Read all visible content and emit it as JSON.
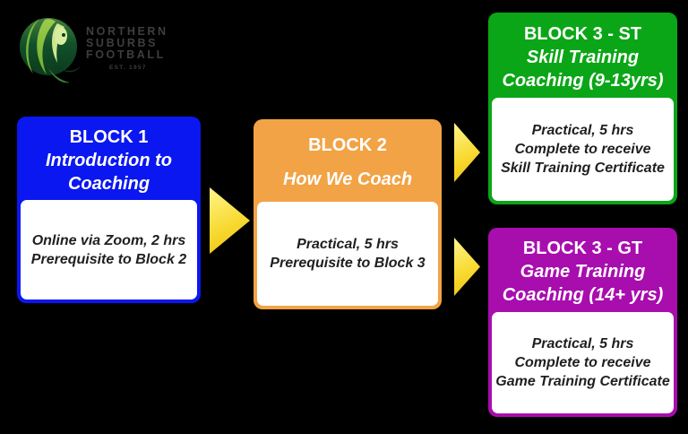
{
  "logo": {
    "org_lines": [
      "NORTHERN",
      "SUBURBS",
      "FOOTBALL"
    ],
    "est": "EST. 1957"
  },
  "colors": {
    "background": "#000000",
    "block1_blue": "#0a17f0",
    "block2_orange": "#f2a346",
    "block3_st_green": "#0ba617",
    "block3_gt_purple": "#a80dae",
    "arrow_yellow_light": "#fff58c",
    "arrow_yellow_dark": "#eebe0c",
    "header_text": "#ffffff",
    "body_text": "#1f1f1f",
    "logo_text": "#3d3f3e"
  },
  "blocks": [
    {
      "title": "BLOCK 1",
      "subtitle": "Introduction to Coaching",
      "body_lines": [
        "Online via Zoom, 2 hrs",
        "Prerequisite to Block 2"
      ]
    },
    {
      "title": "BLOCK 2",
      "subtitle": "How We Coach",
      "body_lines": [
        "Practical, 5 hrs",
        "Prerequisite to Block 3"
      ]
    },
    {
      "title": "BLOCK 3 - ST",
      "subtitle": "Skill Training Coaching (9-13yrs)",
      "body_lines": [
        "Practical, 5 hrs",
        "Complete to receive",
        "Skill Training Certificate"
      ]
    },
    {
      "title": "BLOCK 3 - GT",
      "subtitle": "Game Training Coaching (14+ yrs)",
      "body_lines": [
        "Practical, 5 hrs",
        "Complete to receive",
        "Game Training Certificate"
      ]
    }
  ]
}
